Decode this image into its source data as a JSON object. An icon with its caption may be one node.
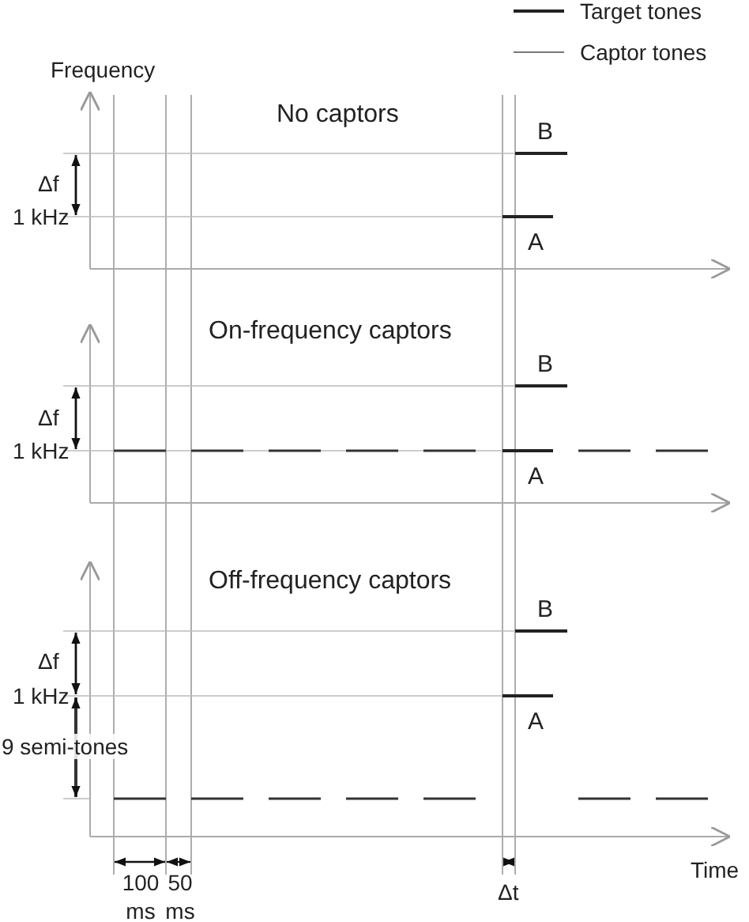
{
  "diagram": {
    "labels": [
      "Frequency",
      "No captors",
      "B",
      "Δf",
      "1 kHz",
      "A",
      "On-frequency captors",
      "B",
      "Δf",
      "1 kHz",
      "A",
      "Off-frequency captors",
      "B",
      "Δf",
      "1 kHz",
      "9 semi-tones",
      "A",
      "Time",
      "100 ms",
      "50 ms",
      "Δt"
    ],
    "legend": [
      {
        "text": "Target tones"
      },
      {
        "text": "Captor tones"
      }
    ]
  }
}
